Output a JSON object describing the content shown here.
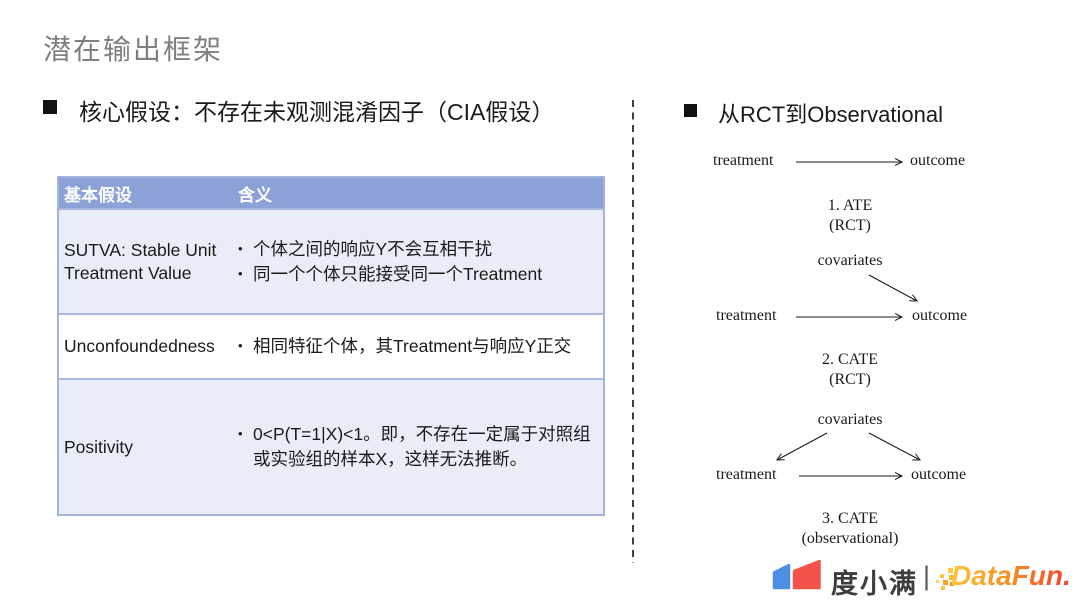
{
  "slide": {
    "title": "潜在输出框架"
  },
  "left": {
    "heading": "核心假设：不存在未观测混淆因子（CIA假设）",
    "table": {
      "headers": [
        "基本假设",
        "含义"
      ],
      "rows": [
        {
          "name": "SUTVA: Stable Unit Treatment Value",
          "bullets": [
            "个体之间的响应Y不会互相干扰",
            "同一个个体只能接受同一个Treatment"
          ]
        },
        {
          "name": "Unconfoundedness",
          "bullets": [
            "相同特征个体，其Treatment与响应Y正交"
          ]
        },
        {
          "name": "Positivity",
          "bullets": [
            "0<P(T=1|X)<1。即，不存在一定属于对照组或实验组的样本X，这样无法推断。"
          ]
        }
      ]
    }
  },
  "right": {
    "heading": "从RCT到Observational",
    "node_labels": {
      "treatment": "treatment",
      "outcome": "outcome",
      "covariates": "covariates"
    },
    "diagrams": [
      {
        "label": "1. ATE",
        "sublabel": "(RCT)"
      },
      {
        "label": "2. CATE",
        "sublabel": "(RCT)"
      },
      {
        "label": "3. CATE",
        "sublabel": "(observational)"
      }
    ]
  },
  "footer": {
    "brand_duxiaoman": "度小满",
    "separator": "|",
    "brand_datafun": "DataFun."
  },
  "colors": {
    "title_gray": "#7f7f7f",
    "table_header_bg": "#8ba1d8",
    "table_alt_row_bg": "#eaedf7",
    "table_border": "#a8b7df",
    "duxiaoman_blue": "#4d8fe2",
    "duxiaoman_red": "#f4534b",
    "datafun_gradient_start": "#ffc53d",
    "datafun_gradient_end": "#f2552c"
  }
}
